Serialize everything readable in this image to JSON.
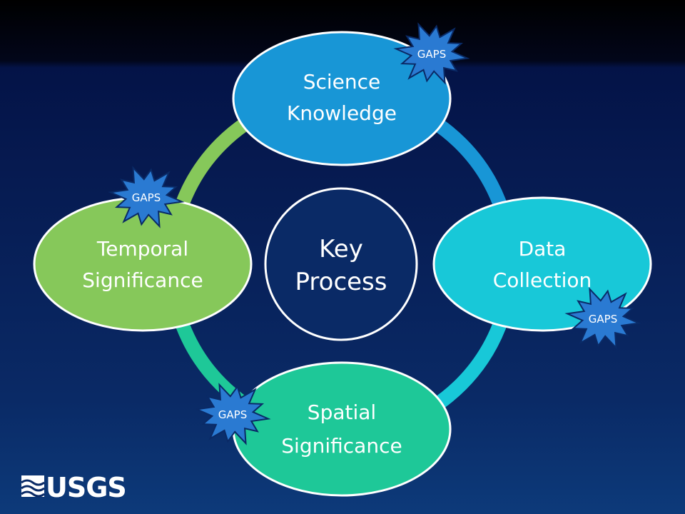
{
  "diagram": {
    "center": {
      "lines": [
        "Key",
        "Process"
      ],
      "fill": "#0a2a66"
    },
    "nodes": [
      {
        "id": "science-knowledge",
        "lines": [
          "Science",
          "Knowledge"
        ],
        "fill": "#1896d6"
      },
      {
        "id": "data-collection",
        "lines": [
          "Data",
          "Collection"
        ],
        "fill": "#18c8d8"
      },
      {
        "id": "spatial-significance",
        "lines": [
          "Spatial",
          "Significance"
        ],
        "fill": "#1ec898"
      },
      {
        "id": "temporal-significance",
        "lines": [
          "Temporal",
          "Significance"
        ],
        "fill": "#86c85a"
      }
    ],
    "ring_segments": [
      {
        "color": "#1896d6"
      },
      {
        "color": "#18c8d8"
      },
      {
        "color": "#1ec898"
      },
      {
        "color": "#86c85a"
      }
    ],
    "gaps_bursts": [
      {
        "label": "GAPS",
        "fill": "#2a7ad2"
      },
      {
        "label": "GAPS",
        "fill": "#2a7ad2"
      },
      {
        "label": "GAPS",
        "fill": "#2a7ad2"
      },
      {
        "label": "GAPS",
        "fill": "#2a7ad2"
      }
    ]
  },
  "logo": {
    "text": "USGS",
    "icon": "usgs-wave-icon"
  }
}
